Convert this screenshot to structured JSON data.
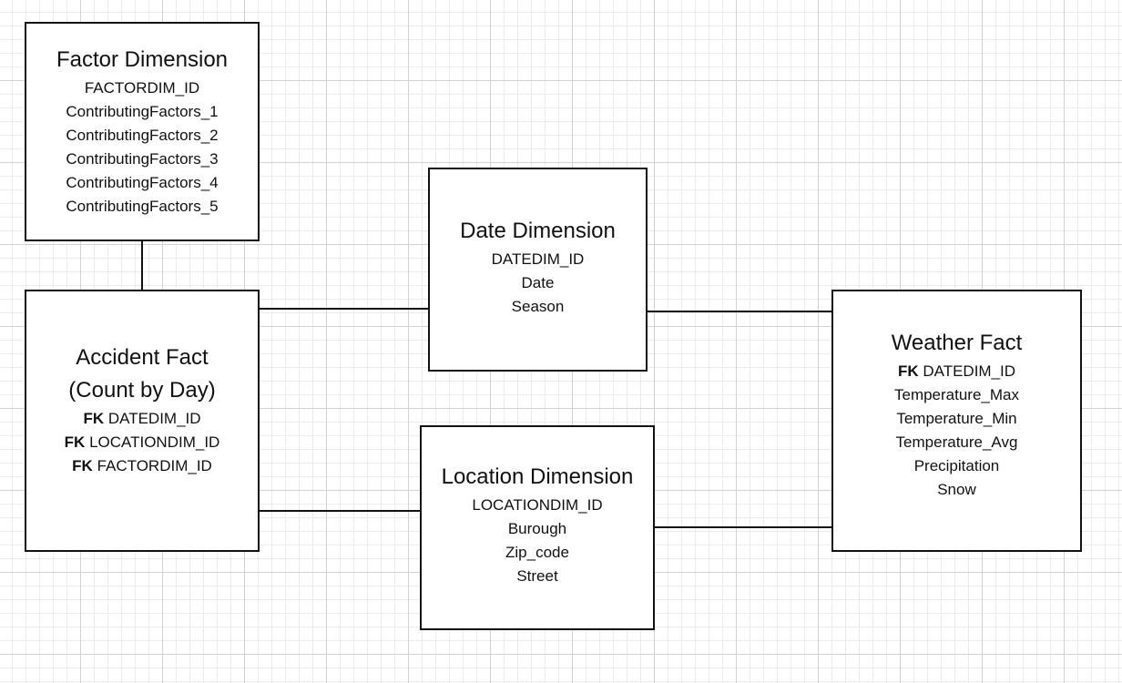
{
  "entities": {
    "factor_dimension": {
      "title": "Factor Dimension",
      "fields": [
        "FACTORDIM_ID",
        "ContributingFactors_1",
        "ContributingFactors_2",
        "ContributingFactors_3",
        "ContributingFactors_4",
        "ContributingFactors_5"
      ]
    },
    "accident_fact": {
      "title_line1": "Accident Fact",
      "title_line2": "(Count by Day)",
      "fields": [
        {
          "fk": "FK",
          "name": "DATEDIM_ID"
        },
        {
          "fk": "FK",
          "name": "LOCATIONDIM_ID"
        },
        {
          "fk": "FK",
          "name": "FACTORDIM_ID"
        }
      ]
    },
    "date_dimension": {
      "title": "Date Dimension",
      "fields": [
        "DATEDIM_ID",
        "Date",
        "Season"
      ]
    },
    "location_dimension": {
      "title": "Location Dimension",
      "fields": [
        "LOCATIONDIM_ID",
        "Burough",
        "Zip_code",
        "Street"
      ]
    },
    "weather_fact": {
      "title": "Weather Fact",
      "fields": [
        {
          "fk": "FK",
          "name": "DATEDIM_ID"
        },
        {
          "fk": "",
          "name": "Temperature_Max"
        },
        {
          "fk": "",
          "name": "Temperature_Min"
        },
        {
          "fk": "",
          "name": "Temperature_Avg"
        },
        {
          "fk": "",
          "name": "Precipitation"
        },
        {
          "fk": "",
          "name": "Snow"
        }
      ]
    }
  },
  "relationships": [
    {
      "from": "factor_dimension",
      "to": "accident_fact"
    },
    {
      "from": "accident_fact",
      "to": "date_dimension"
    },
    {
      "from": "accident_fact",
      "to": "location_dimension"
    },
    {
      "from": "date_dimension",
      "to": "weather_fact"
    },
    {
      "from": "location_dimension",
      "to": "weather_fact"
    }
  ],
  "colors": {
    "stroke": "#111111",
    "grid_major": "#d2d2d2",
    "grid_minor": "#ebebeb",
    "box_fill": "#ffffff"
  }
}
